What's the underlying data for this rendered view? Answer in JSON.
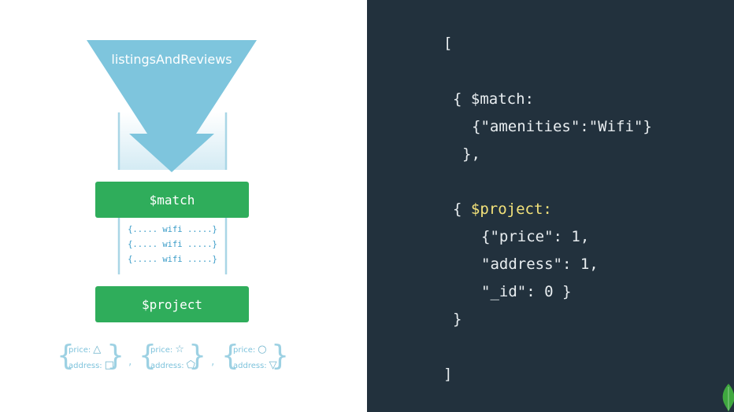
{
  "diagram": {
    "collection": "listingsAndReviews",
    "stages": {
      "match": "$match",
      "project": "$project"
    },
    "match_output": [
      "{..... wifi .....}",
      "{..... wifi .....}",
      "{..... wifi .....}"
    ],
    "projected_docs": [
      {
        "price_label": "price:",
        "price_shape": "△",
        "address_label": "address:",
        "address_shape": "□"
      },
      {
        "price_label": "price:",
        "price_shape": "☆",
        "address_label": "address:",
        "address_shape": "⬠"
      },
      {
        "price_label": "price:",
        "price_shape": "○",
        "address_label": "address:",
        "address_shape": "▽"
      }
    ],
    "separator": ","
  },
  "code": {
    "lines": [
      "[",
      "{ $match:",
      "{\"amenities\":\"Wifi\"}",
      "},",
      "{ ",
      "$project:",
      "{\"price\": 1,",
      "\"address\": 1,",
      "\"_id\": 0 }",
      "}",
      "]"
    ]
  },
  "colors": {
    "funnel": "#7ec5dd",
    "stage_green": "#2fad5b",
    "code_bg": "#22313d",
    "code_text": "#e8edf0",
    "highlight": "#f3e27a"
  },
  "icons": {
    "logo": "mongodb-leaf-icon"
  }
}
